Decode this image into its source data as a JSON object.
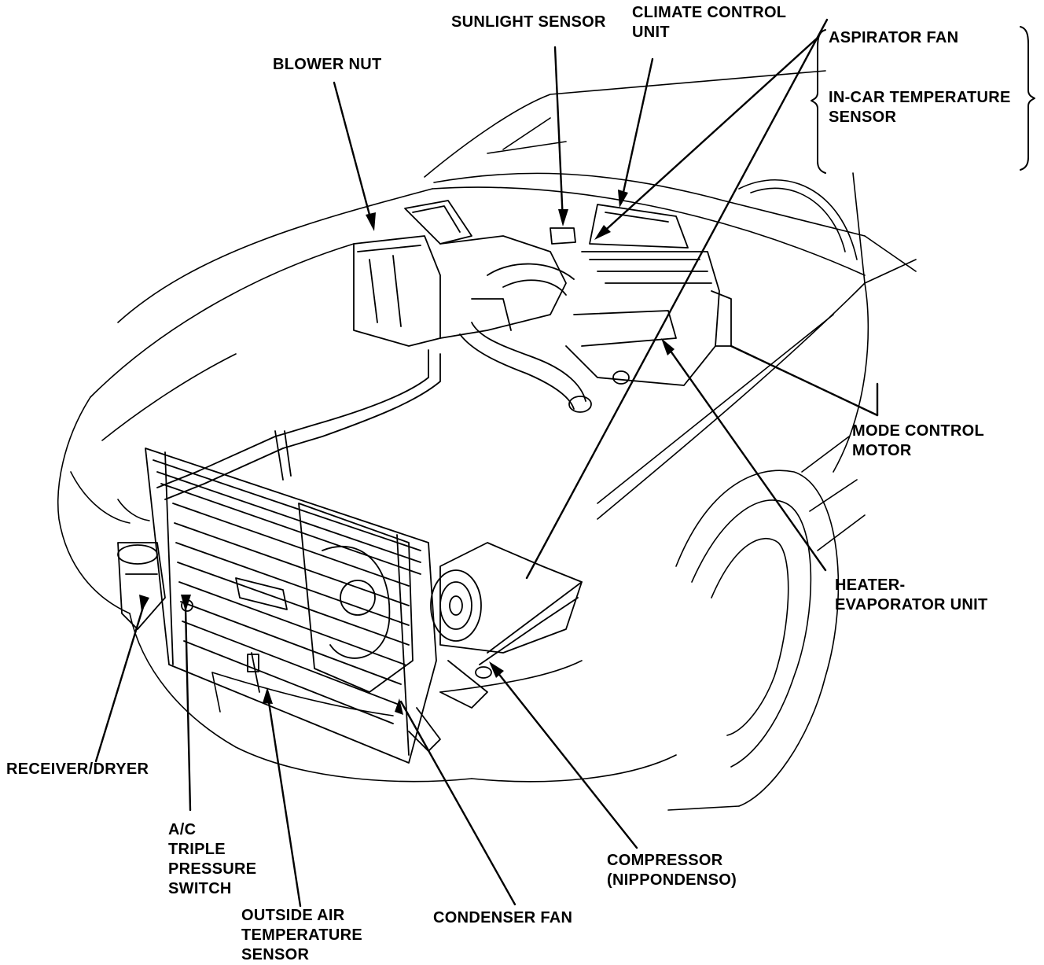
{
  "labels": {
    "sunlight_sensor": [
      "SUNLIGHT SENSOR"
    ],
    "climate_control_unit": [
      "CLIMATE CONTROL",
      "UNIT"
    ],
    "aspirator_fan": [
      "ASPIRATOR FAN"
    ],
    "in_car_temperature_sensor": [
      "IN-CAR TEMPERATURE",
      "SENSOR"
    ],
    "blower_nut": [
      "BLOWER NUT"
    ],
    "mode_control_motor": [
      "MODE CONTROL",
      "MOTOR"
    ],
    "heater_evaporator_unit": [
      "HEATER-",
      "EVAPORATOR UNIT"
    ],
    "receiver_dryer": [
      "RECEIVER/DRYER"
    ],
    "ac_triple_pressure_switch": [
      "A/C",
      "TRIPLE",
      "PRESSURE",
      "SWITCH"
    ],
    "outside_air_temperature_sensor": [
      "OUTSIDE AIR",
      "TEMPERATURE",
      "SENSOR"
    ],
    "condenser_fan": [
      "CONDENSER FAN"
    ],
    "compressor": [
      "COMPRESSOR",
      "(NIPPONDENSO)"
    ]
  },
  "colors": {
    "ink": "#000000",
    "paper": "#ffffff"
  }
}
